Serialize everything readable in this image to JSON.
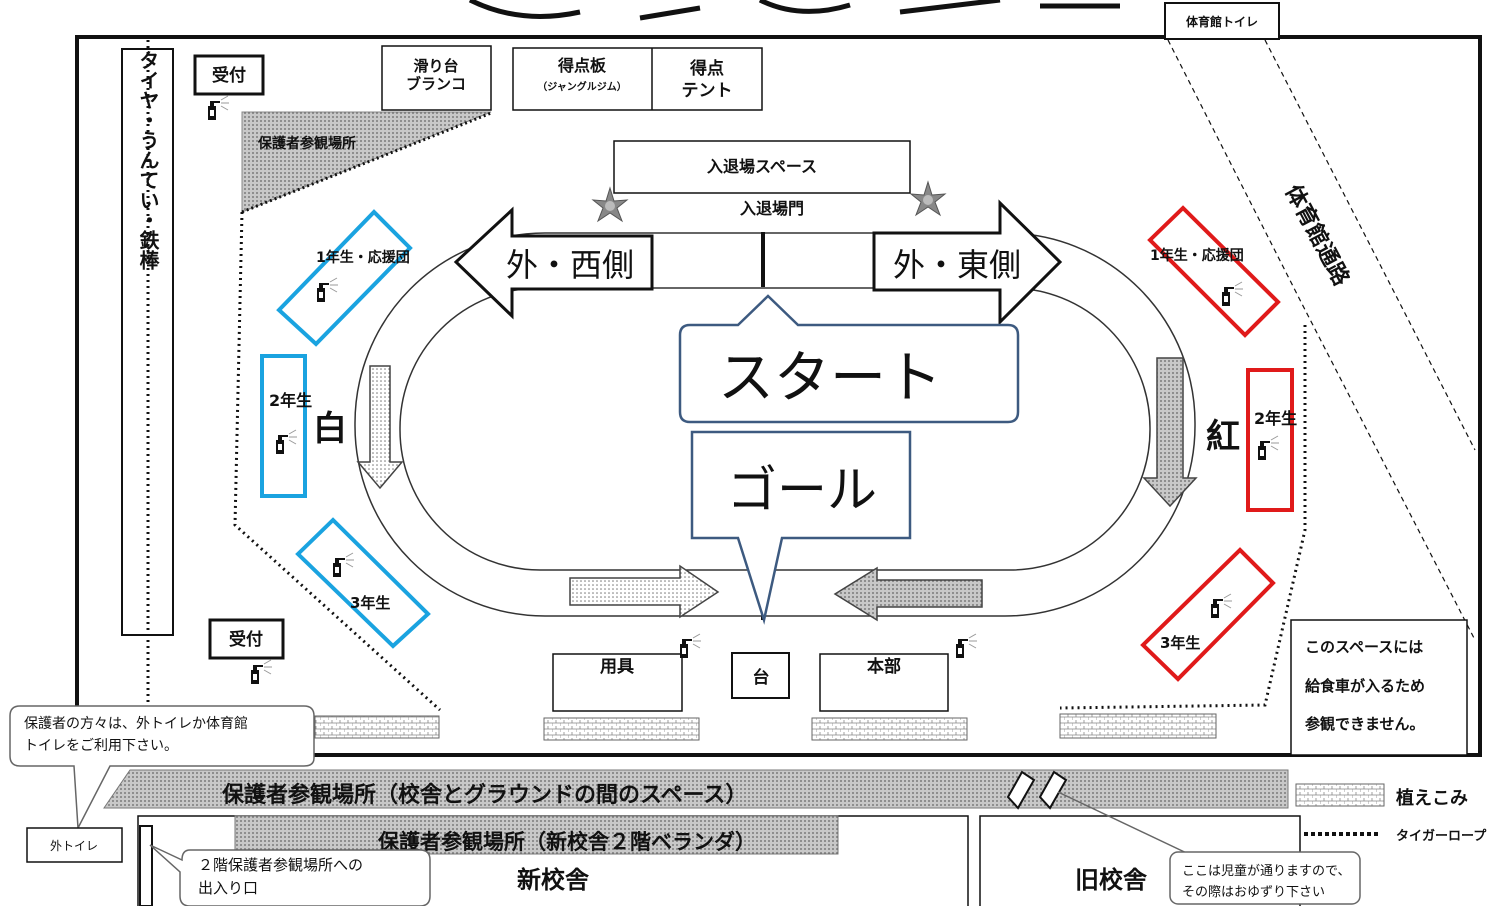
{
  "toilet_gym": "体育館トイレ",
  "uketsuke": "受付",
  "slide": [
    "滑り台",
    "ブランコ"
  ],
  "scoreboard": "得点板",
  "scoreboard_sub": "（ジャングルジム）",
  "score_tent": [
    "得点",
    "テント"
  ],
  "parent_area_top": "保護者参観場所",
  "entry_space": "入退場スペース",
  "entry_gate": "入退場門",
  "west": "外・西側",
  "east": "外・東側",
  "start": "スタート",
  "goal": "ゴール",
  "gym_path": "体育館通路",
  "left_column": "タイヤ・うんてい・鉄棒",
  "white_team": {
    "name": "白",
    "g1": "1年生・応援団",
    "g2": "2年生",
    "g3": "3年生",
    "color": "#1aa3e0"
  },
  "red_team": {
    "name": "紅",
    "g1": "1年生・応援団",
    "g2": "2年生",
    "g3": "3年生",
    "color": "#e01a1a"
  },
  "yougu": "用具",
  "dai": "台",
  "honbu": "本部",
  "no_view_note": [
    "このスペースには",
    "給食車が入るため",
    "参観できません。"
  ],
  "parent_note": [
    "保護者の方々は、外トイレか体育館",
    "トイレをご利用下さい。"
  ],
  "parent_area_main": "保護者参観場所（校舎とグラウンドの間のスペース）",
  "parent_area_veranda": "保護者参観場所（新校舎２階ベランダ）",
  "outside_toilet": "外トイレ",
  "second_floor_note": [
    "２階保護者参観場所への",
    "出入り口"
  ],
  "new_building": "新校舎",
  "old_building": "旧校舎",
  "children_note": [
    "ここは児童が通りますので、",
    "その際はおゆずり下さい"
  ],
  "legend_hedge": "植えこみ",
  "legend_rope": "タイガーロープ"
}
